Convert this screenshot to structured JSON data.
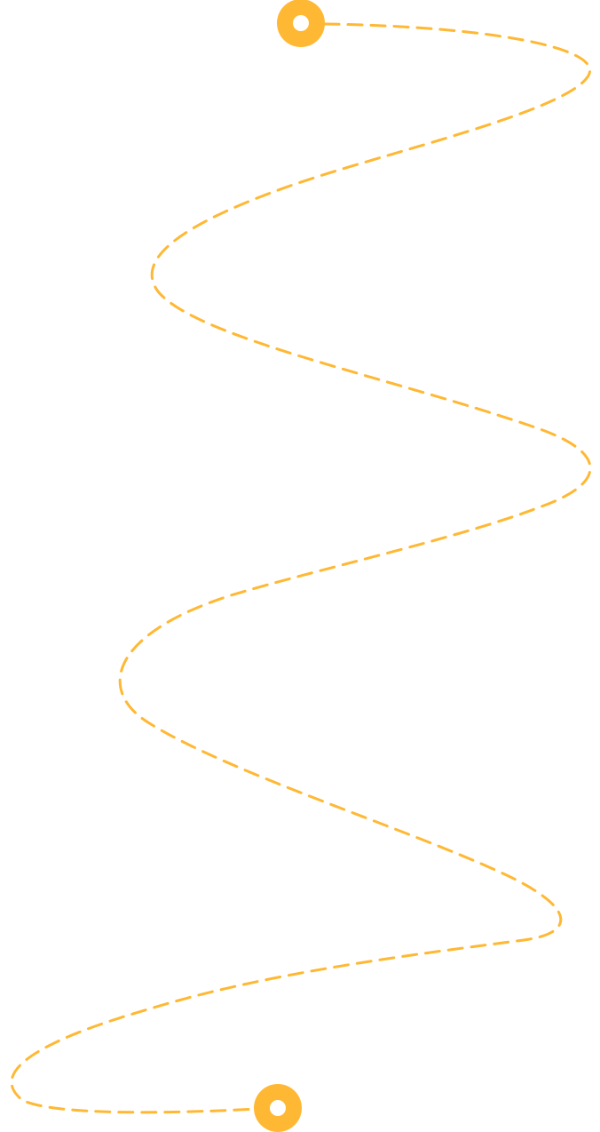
{
  "decoration": {
    "accent_color": "#FFB833",
    "line_style": "dashed",
    "start_marker": "ring-marker",
    "end_marker": "ring-marker"
  }
}
